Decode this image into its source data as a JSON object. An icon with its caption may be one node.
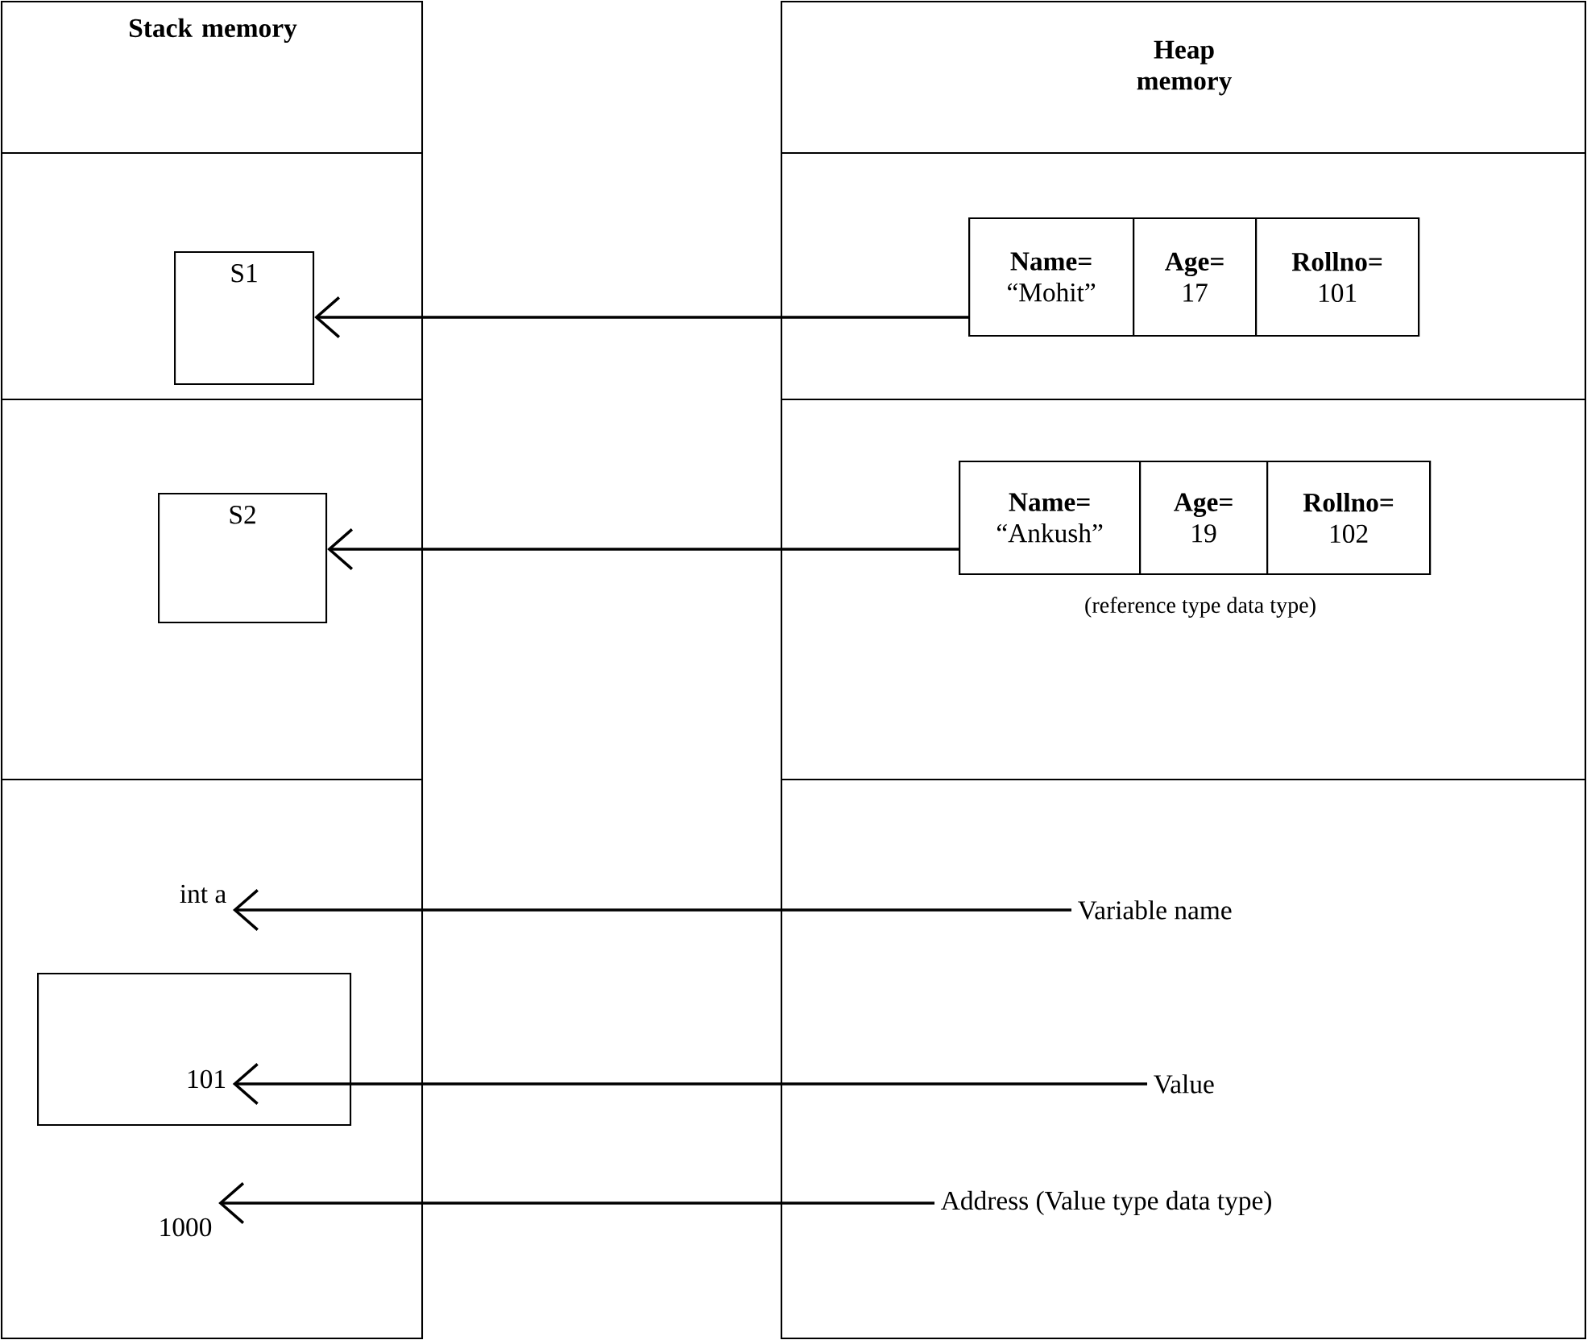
{
  "diagram": {
    "nodes": [
      {
        "text": [
          "Stack memory"
        ]
      },
      {
        "text": [
          "Heap memory"
        ]
      },
      {
        "text": [
          "S1"
        ]
      },
      {
        "text": [],
        "shape": "box"
      },
      {
        "text": [
          "Name=",
          "“Mohit”"
        ],
        "in": 3
      },
      {
        "text": [
          "Age=",
          "17"
        ],
        "in": 3
      },
      {
        "text": [
          "Rollno=",
          "101"
        ],
        "in": 3
      },
      {
        "text": [
          "S2"
        ]
      },
      {
        "text": [],
        "shape": "box",
        "beside": [
          "(reference type data type)"
        ]
      },
      {
        "text": [
          "Name=",
          "“Ankush”"
        ],
        "in": 8
      },
      {
        "text": [
          "Age=",
          "19"
        ],
        "in": 8
      },
      {
        "text": [
          "Rollno=",
          "102"
        ],
        "in": 8
      },
      {
        "text": [
          "int a"
        ]
      },
      {
        "text": [
          "Variable name"
        ]
      },
      {
        "text": [],
        "shape": "box"
      },
      {
        "text": [
          "101"
        ],
        "in": 14
      },
      {
        "text": [
          "Value"
        ]
      },
      {
        "text": [
          "1000"
        ]
      },
      {
        "text": [
          "Address (Value type data type)"
        ]
      }
    ],
    "edges": [
      {
        "from": 3,
        "to": 2,
        "arrow": "to"
      },
      {
        "from": 8,
        "to": 7,
        "arrow": "to"
      },
      {
        "from": 13,
        "to": 12,
        "arrow": "to"
      },
      {
        "from": 16,
        "to": 15,
        "arrow": "to"
      },
      {
        "from": 18,
        "to": 17,
        "arrow": "to"
      }
    ]
  }
}
